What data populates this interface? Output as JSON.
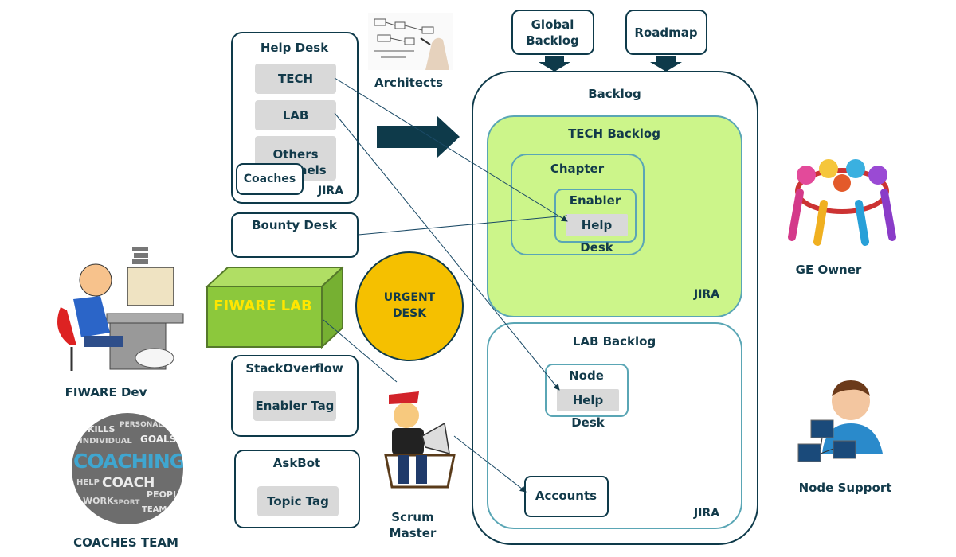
{
  "help_desk": {
    "title": "Help Desk",
    "items": [
      "TECH",
      "LAB",
      "Others Channels"
    ],
    "coaches": "Coaches",
    "jira": "JIRA"
  },
  "bounty_desk": "Bounty Desk",
  "architects": "Architects",
  "fiware_lab": "FIWARE LAB",
  "urgent_desk": "URGENT DESK",
  "stackoverflow": {
    "title": "StackOverflow",
    "tag": "Enabler Tag"
  },
  "askbot": {
    "title": "AskBot",
    "tag": "Topic Tag"
  },
  "scrum_master": "Scrum Master",
  "fiware_dev": "FIWARE Dev",
  "coaches_team": "COACHES TEAM",
  "global_backlog": "Global Backlog",
  "roadmap": "Roadmap",
  "backlog": {
    "title": "Backlog",
    "tech": {
      "title": "TECH Backlog",
      "chapter": "Chapter",
      "enabler": "Enabler",
      "help_desk": "Help Desk",
      "jira": "JIRA"
    },
    "lab": {
      "title": "LAB Backlog",
      "node": "Node",
      "help_desk": "Help Desk",
      "accounts": "Accounts",
      "jira": "JIRA"
    }
  },
  "ge_owner": "GE Owner",
  "node_support": "Node Support",
  "coaching_cloud": [
    "SKILLS",
    "INDIVIDUAL",
    "PERSONAL",
    "GOALS",
    "COACHING",
    "COACH",
    "PEOPLE",
    "HELP",
    "WORK",
    "SPORT",
    "TEAM"
  ],
  "colors": {
    "navy": "#0e3a4a",
    "tech_green": "#ccf58a",
    "fiware_green": "#8cc83c",
    "urgent_yellow": "#f5c000",
    "grey_cell": "#d9d9d9",
    "teal_border": "#5aa6b5"
  }
}
